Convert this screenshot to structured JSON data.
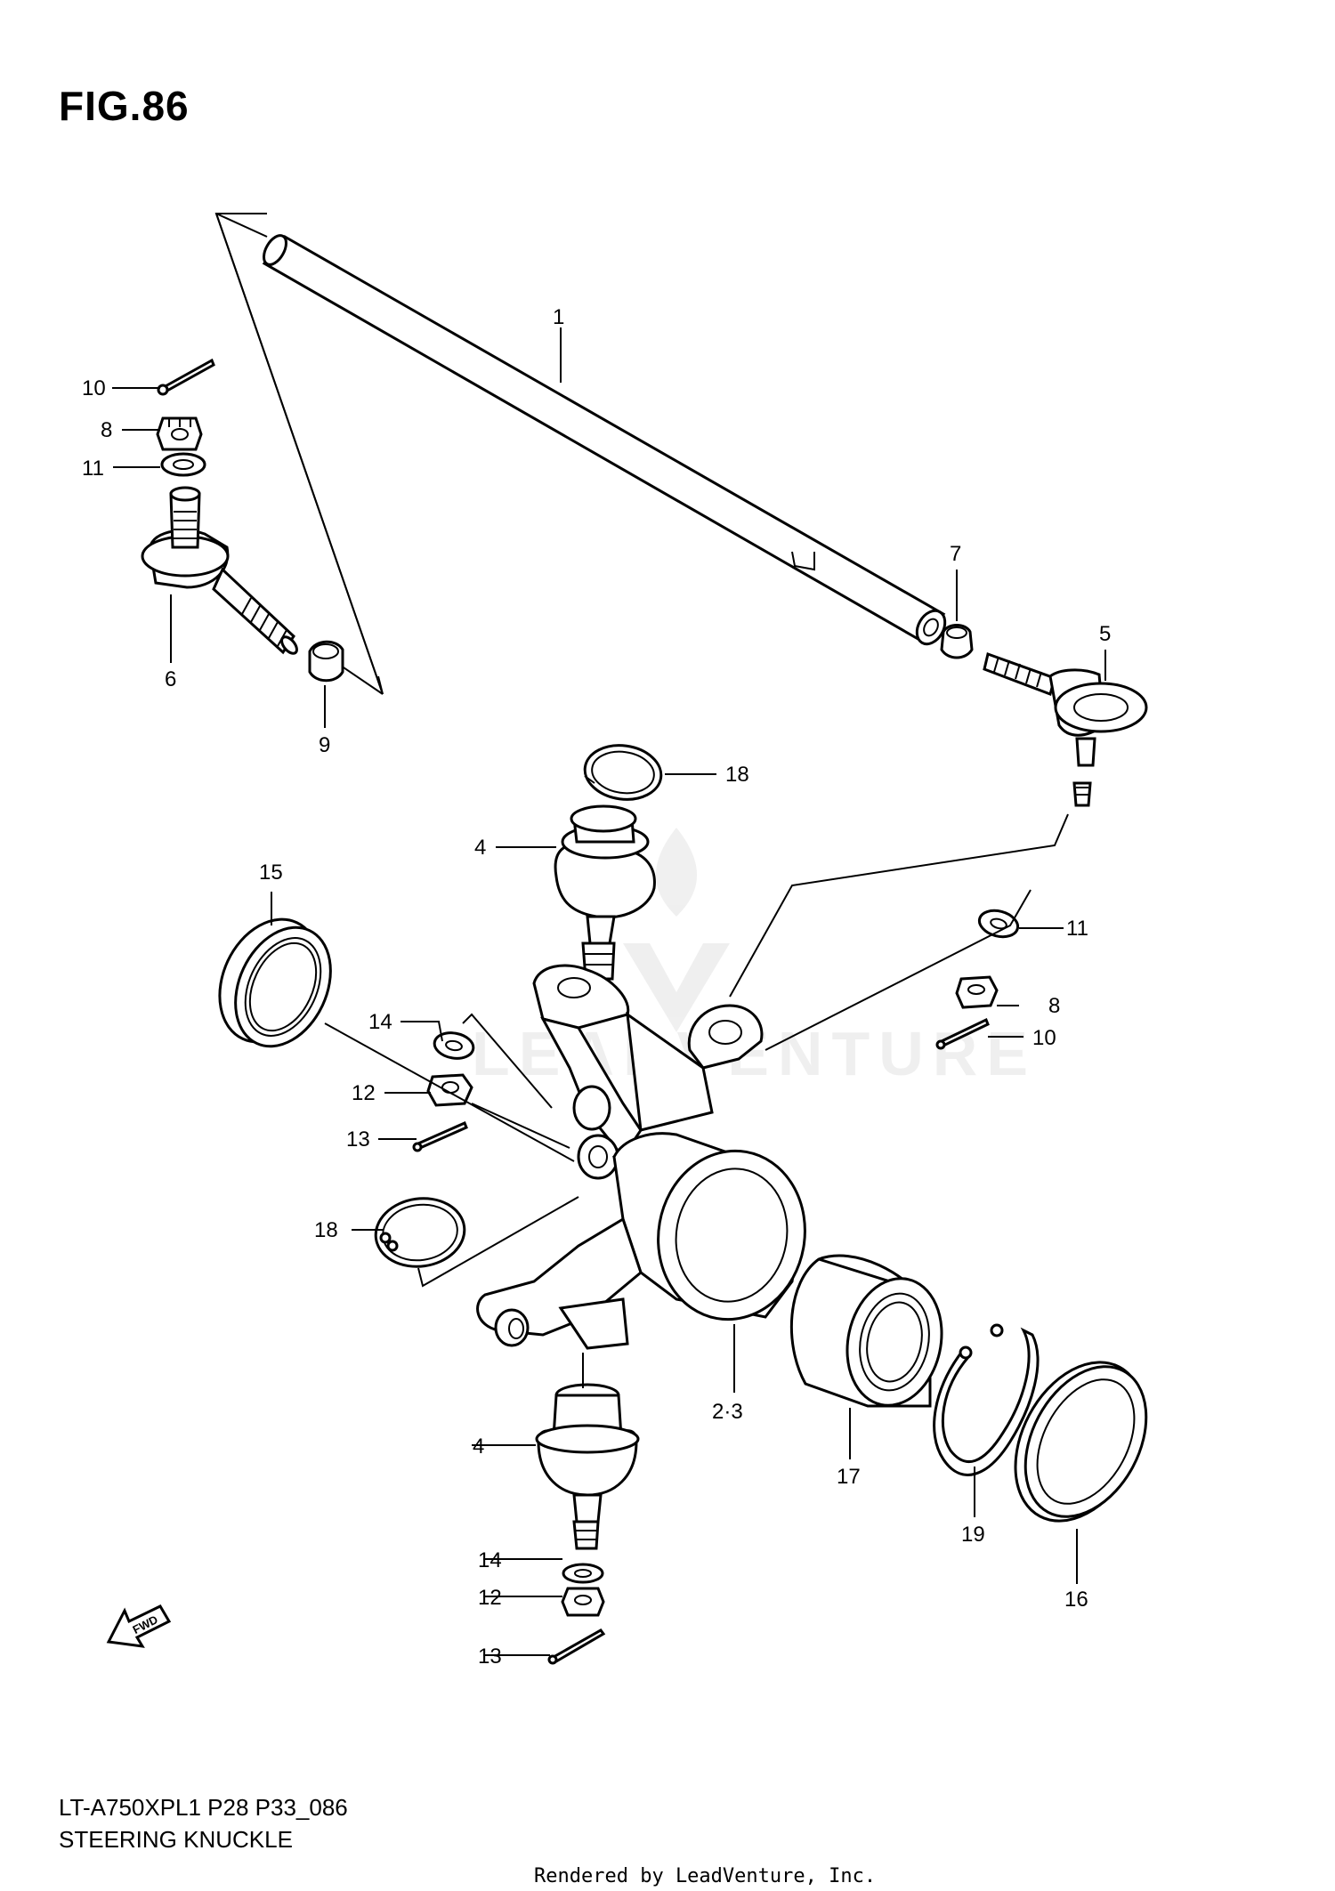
{
  "figure": {
    "title": "FIG.86",
    "model_code": "LT-A750XPL1 P28 P33_086",
    "section_name": "STEERING KNUCKLE",
    "render_credit": "Rendered by LeadVenture, Inc.",
    "watermark": "LEADVENTURE",
    "fwd_label": "FWD"
  },
  "callouts": [
    {
      "id": "c-1",
      "text": "1"
    },
    {
      "id": "c-10a",
      "text": "10"
    },
    {
      "id": "c-8a",
      "text": "8"
    },
    {
      "id": "c-11a",
      "text": "11"
    },
    {
      "id": "c-6",
      "text": "6"
    },
    {
      "id": "c-9",
      "text": "9"
    },
    {
      "id": "c-7",
      "text": "7"
    },
    {
      "id": "c-5",
      "text": "5"
    },
    {
      "id": "c-18a",
      "text": "18"
    },
    {
      "id": "c-4a",
      "text": "4"
    },
    {
      "id": "c-15",
      "text": "15"
    },
    {
      "id": "c-11b",
      "text": "11"
    },
    {
      "id": "c-8b",
      "text": "8"
    },
    {
      "id": "c-10b",
      "text": "10"
    },
    {
      "id": "c-14a",
      "text": "14"
    },
    {
      "id": "c-12a",
      "text": "12"
    },
    {
      "id": "c-13a",
      "text": "13"
    },
    {
      "id": "c-18b",
      "text": "18"
    },
    {
      "id": "c-23",
      "text": "2·3"
    },
    {
      "id": "c-4b",
      "text": "4"
    },
    {
      "id": "c-17",
      "text": "17"
    },
    {
      "id": "c-19",
      "text": "19"
    },
    {
      "id": "c-16",
      "text": "16"
    },
    {
      "id": "c-14b",
      "text": "14"
    },
    {
      "id": "c-12b",
      "text": "12"
    },
    {
      "id": "c-13b",
      "text": "13"
    }
  ]
}
